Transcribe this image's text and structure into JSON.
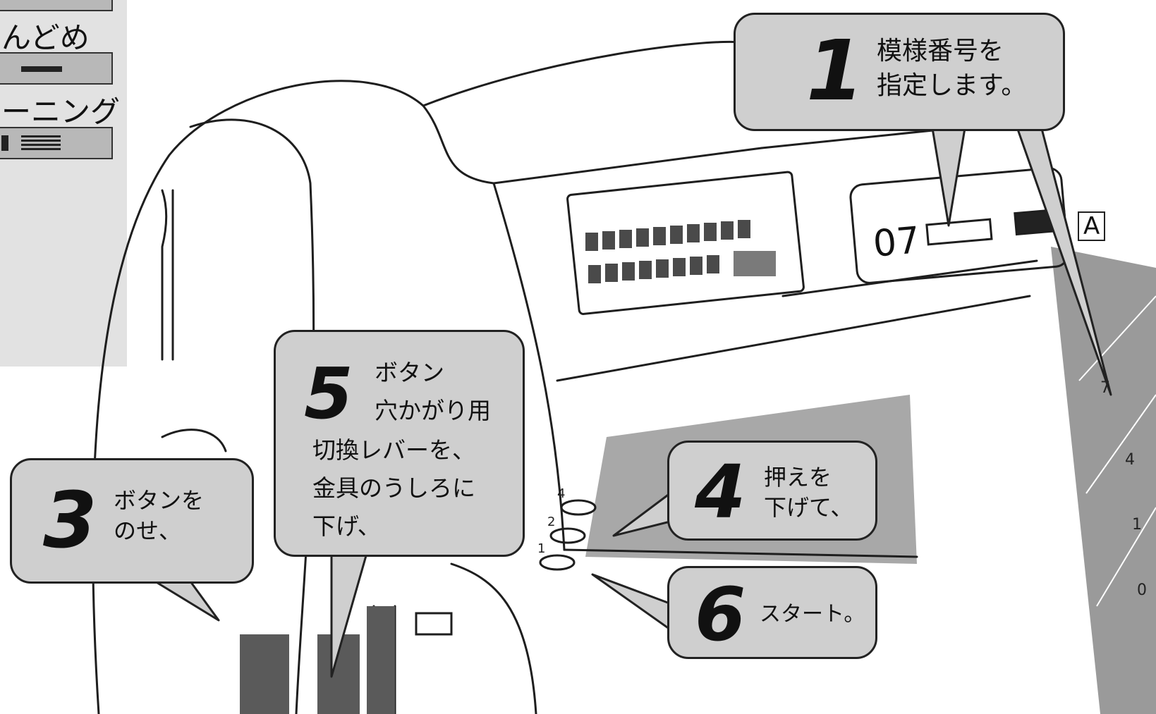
{
  "legend": {
    "items": [
      {
        "text": "んどめ"
      },
      {
        "text": "ーニング"
      }
    ]
  },
  "callouts": [
    {
      "number": "1",
      "lines": [
        "模様番号を",
        "指定します。"
      ]
    },
    {
      "number": "5",
      "lines": [
        "ボタン",
        "穴かがり用",
        "切換レバーを、",
        "金具のうしろに",
        "下げ、"
      ]
    },
    {
      "number": "3",
      "lines": [
        "ボタンを",
        "のせ、"
      ]
    },
    {
      "number": "4",
      "lines": [
        "押えを",
        "下げて、"
      ]
    },
    {
      "number": "6",
      "lines": [
        "スタート。"
      ]
    }
  ],
  "machine": {
    "display_digits": "07",
    "presser_letter": "A",
    "dial_marks": [
      "7",
      "4",
      "1",
      "0"
    ],
    "lever_marks": [
      "4",
      "2",
      "1"
    ]
  }
}
